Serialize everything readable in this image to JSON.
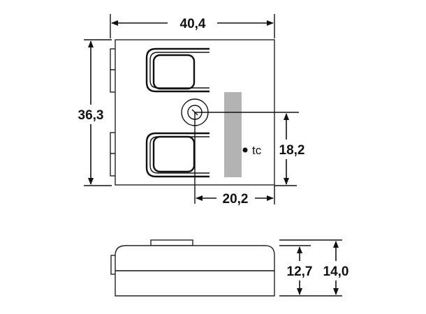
{
  "dimensions": {
    "width_top": "40,4",
    "height_left": "36,3",
    "height_right": "18,2",
    "width_bottom": "20,2",
    "side_height_inner": "12,7",
    "side_height_outer": "14,0"
  },
  "labels": {
    "tc": "tc"
  },
  "colors": {
    "stroke": "#111111",
    "tc_strip": "#b3b3b3"
  }
}
